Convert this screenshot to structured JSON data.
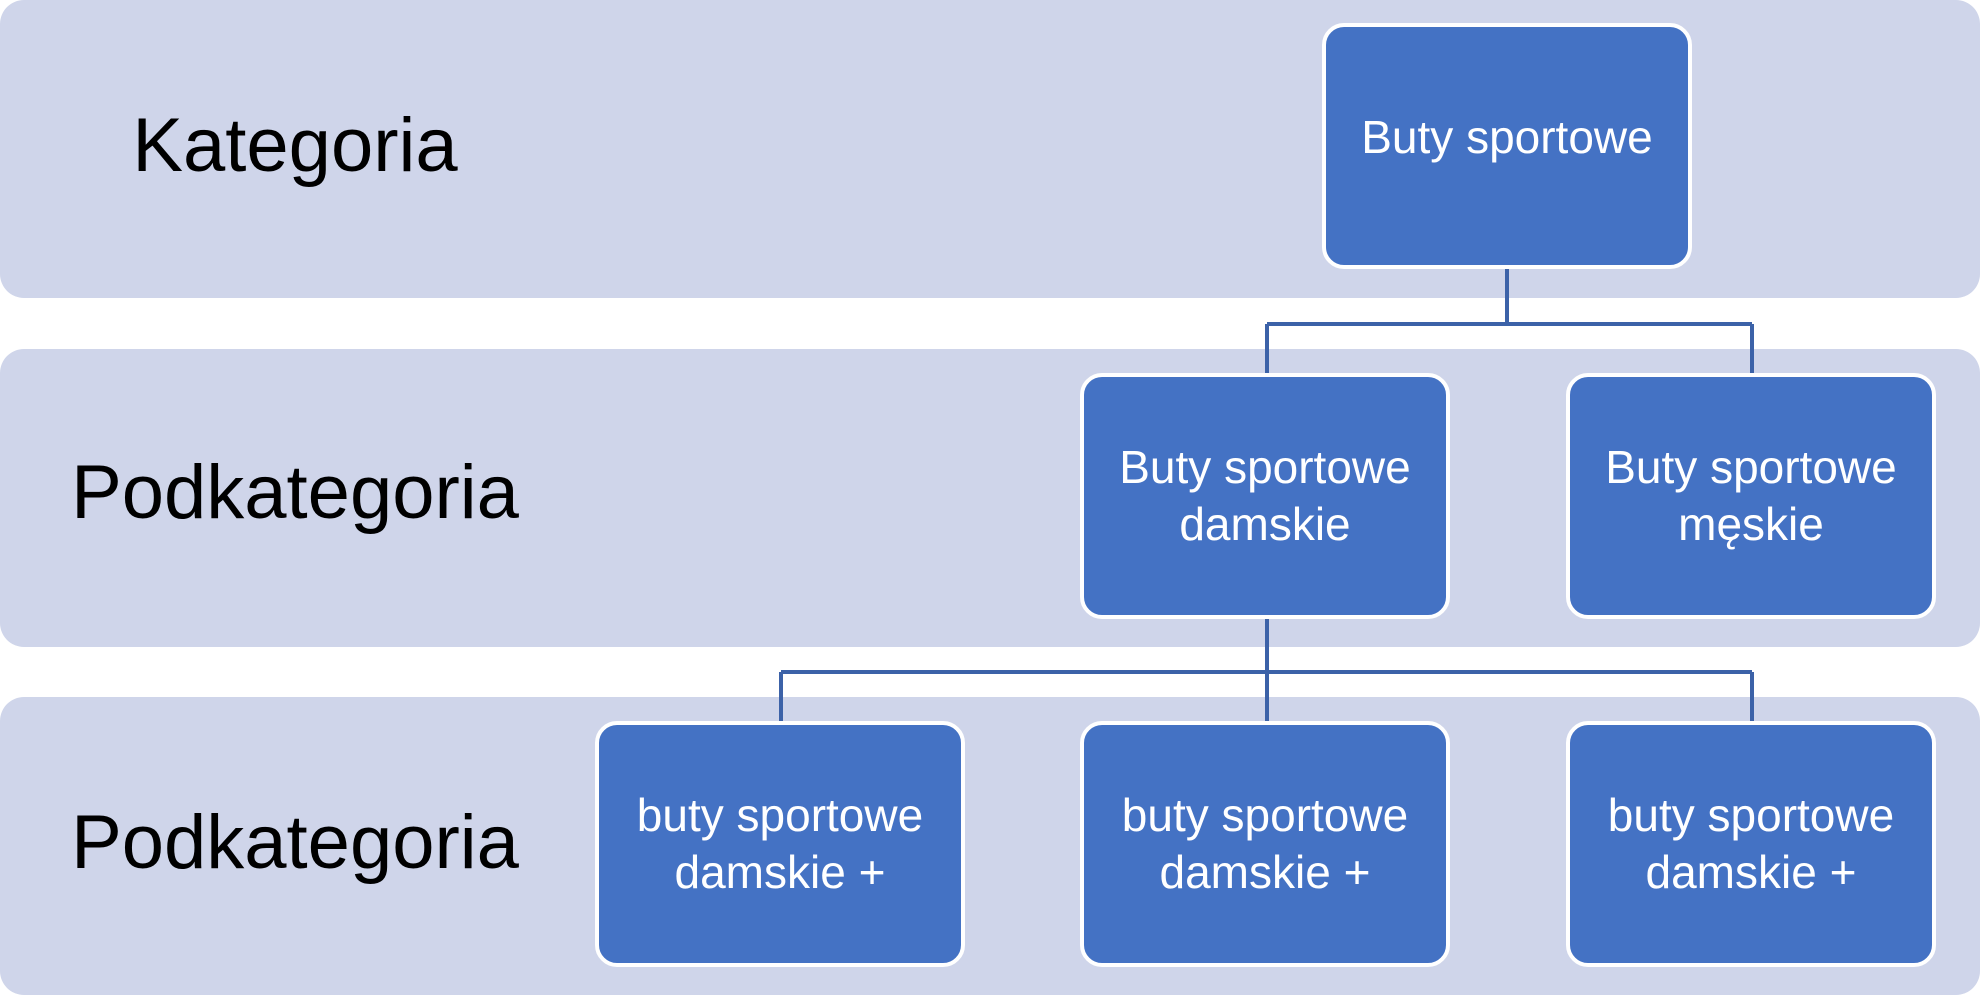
{
  "levels": [
    "Kategoria",
    "Podkategoria",
    "Podkategoria"
  ],
  "nodes": {
    "root": "Buty sportowe",
    "damskie": "Buty sportowe\ndamskie",
    "meskie": "Buty sportowe\nmęskie",
    "leaf_1": "buty sportowe\ndamskie +",
    "leaf_2": "buty sportowe\ndamskie +",
    "leaf_3": "buty sportowe\ndamskie +"
  },
  "colors": {
    "band": "#cfd5ea",
    "node_fill": "#4472c4",
    "node_border": "#ffffff",
    "node_text": "#ffffff",
    "connector": "#3c62a8"
  }
}
